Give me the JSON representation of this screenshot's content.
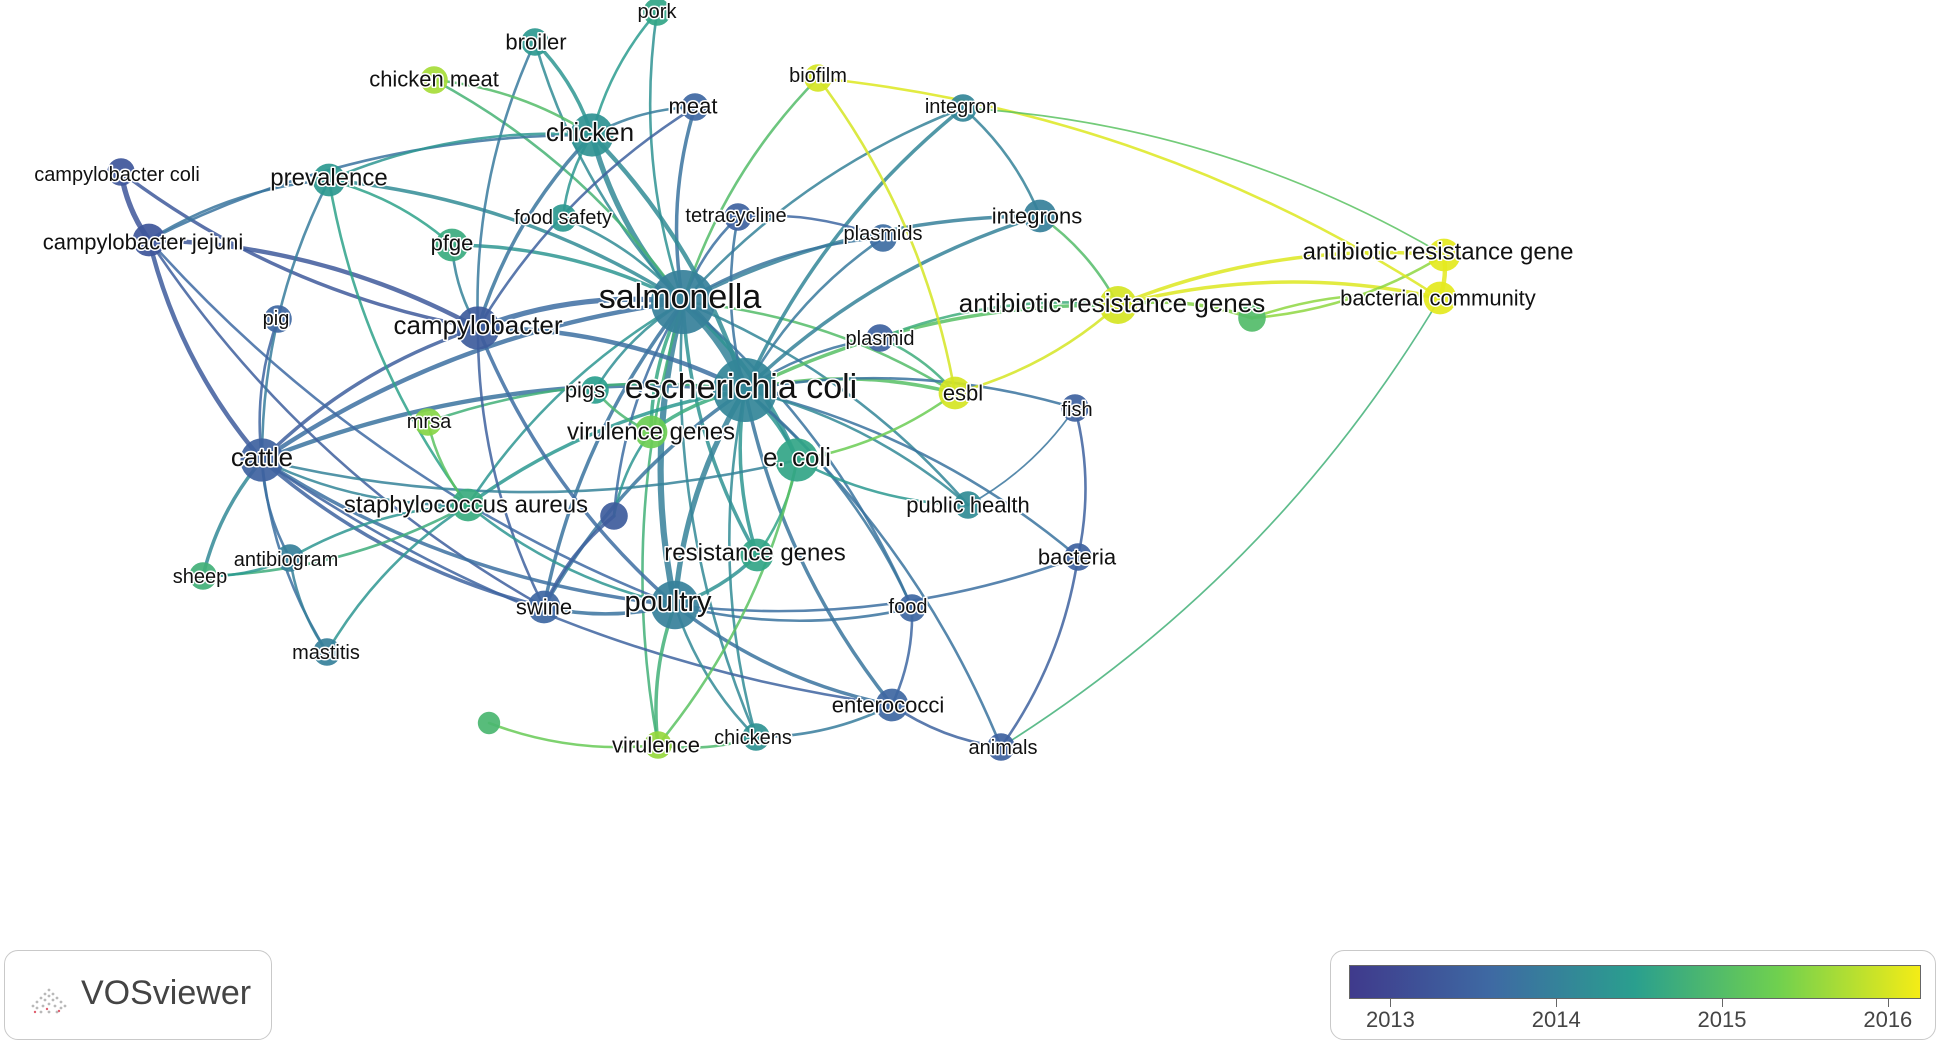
{
  "colors": {
    "scale": [
      "#3f3a8c",
      "#3e6aa3",
      "#2a9f8e",
      "#6fd04f",
      "#f4ec16"
    ],
    "purple": "#7b74cc",
    "blue": "#4a86b3",
    "teal": "#29a08c",
    "green": "#7ed34a",
    "yellow": "#e8e817"
  },
  "network": {
    "nodes": [
      {
        "id": "salmonella",
        "label": "salmonella",
        "year": 2014.0,
        "weight": 10,
        "font": 34
      },
      {
        "id": "ecoli_sci",
        "label": "escherichia coli",
        "year": 2014.1,
        "weight": 10,
        "font": 34
      },
      {
        "id": "poultry",
        "label": "poultry",
        "year": 2014.0,
        "weight": 7,
        "font": 29
      },
      {
        "id": "campylobacter",
        "label": "campylobacter",
        "year": 2013.4,
        "weight": 6,
        "font": 26
      },
      {
        "id": "chicken",
        "label": "chicken",
        "year": 2014.3,
        "weight": 6,
        "font": 26
      },
      {
        "id": "cattle",
        "label": "cattle",
        "year": 2013.5,
        "weight": 6,
        "font": 26
      },
      {
        "id": "ecoli",
        "label": "e. coli",
        "year": 2014.6,
        "weight": 6,
        "font": 26
      },
      {
        "id": "arg_genes",
        "label": "antibiotic resistance genes",
        "year": 2016.0,
        "weight": 5,
        "font": 26
      },
      {
        "id": "prevalence",
        "label": "prevalence",
        "year": 2014.4,
        "weight": 4,
        "font": 24
      },
      {
        "id": "staph",
        "label": "staphylococcus aureus",
        "year": 2014.7,
        "weight": 4,
        "font": 24
      },
      {
        "id": "resistance_genes",
        "label": "resistance genes",
        "year": 2014.6,
        "weight": 4,
        "font": 24
      },
      {
        "id": "virulence_genes",
        "label": "virulence genes",
        "year": 2015.3,
        "weight": 4,
        "font": 24
      },
      {
        "id": "swine",
        "label": "swine",
        "year": 2013.6,
        "weight": 4,
        "font": 22
      },
      {
        "id": "pfge",
        "label": "pfge",
        "year": 2014.7,
        "weight": 4,
        "font": 22
      },
      {
        "id": "pigs",
        "label": "pigs",
        "year": 2014.5,
        "weight": 3,
        "font": 22
      },
      {
        "id": "esbl",
        "label": "esbl",
        "year": 2016.0,
        "weight": 4,
        "font": 22
      },
      {
        "id": "integrons",
        "label": "integrons",
        "year": 2014.0,
        "weight": 4,
        "font": 22
      },
      {
        "id": "cjejuni",
        "label": "campylobacter jejuni",
        "year": 2013.3,
        "weight": 4,
        "font": 22
      },
      {
        "id": "ccoli",
        "label": "campylobacter coli",
        "year": 2013.3,
        "weight": 3,
        "font": 20
      },
      {
        "id": "arg_gene",
        "label": "antibiotic resistance gene",
        "year": 2016.1,
        "weight": 4,
        "font": 24
      },
      {
        "id": "bact_comm",
        "label": "bacterial community",
        "year": 2016.1,
        "weight": 4,
        "font": 22
      },
      {
        "id": "chicken_meat",
        "label": "chicken meat",
        "year": 2015.7,
        "weight": 3,
        "font": 22
      },
      {
        "id": "broiler",
        "label": "broiler",
        "year": 2014.4,
        "weight": 3,
        "font": 22
      },
      {
        "id": "pork",
        "label": "pork",
        "year": 2014.6,
        "weight": 3,
        "font": 20
      },
      {
        "id": "meat",
        "label": "meat",
        "year": 2013.6,
        "weight": 3,
        "font": 22
      },
      {
        "id": "biofilm",
        "label": "biofilm",
        "year": 2016.0,
        "weight": 3,
        "font": 20
      },
      {
        "id": "integron",
        "label": "integron",
        "year": 2014.1,
        "weight": 3,
        "font": 20
      },
      {
        "id": "food_safety",
        "label": "food safety",
        "year": 2014.4,
        "weight": 3,
        "font": 20
      },
      {
        "id": "tetracycline",
        "label": "tetracycline",
        "year": 2013.5,
        "weight": 3,
        "font": 20
      },
      {
        "id": "plasmids",
        "label": "plasmids",
        "year": 2013.7,
        "weight": 3,
        "font": 20
      },
      {
        "id": "plasmid",
        "label": "plasmid",
        "year": 2013.5,
        "weight": 3,
        "font": 20
      },
      {
        "id": "pig",
        "label": "pig",
        "year": 2013.6,
        "weight": 3,
        "font": 20
      },
      {
        "id": "mrsa",
        "label": "mrsa",
        "year": 2015.5,
        "weight": 3,
        "font": 20
      },
      {
        "id": "fish",
        "label": "fish",
        "year": 2013.5,
        "weight": 3,
        "font": 20
      },
      {
        "id": "public_health",
        "label": "public health",
        "year": 2014.2,
        "weight": 3,
        "font": 22
      },
      {
        "id": "bacteria",
        "label": "bacteria",
        "year": 2013.5,
        "weight": 3,
        "font": 22
      },
      {
        "id": "food",
        "label": "food",
        "year": 2013.6,
        "weight": 3,
        "font": 20
      },
      {
        "id": "antibiogram",
        "label": "antibiogram",
        "year": 2014.0,
        "weight": 3,
        "font": 20
      },
      {
        "id": "sheep",
        "label": "sheep",
        "year": 2014.8,
        "weight": 3,
        "font": 20
      },
      {
        "id": "mastitis",
        "label": "mastitis",
        "year": 2014.0,
        "weight": 3,
        "font": 20
      },
      {
        "id": "enterococci",
        "label": "enterococci",
        "year": 2013.6,
        "weight": 4,
        "font": 22
      },
      {
        "id": "virulence",
        "label": "virulence",
        "year": 2015.6,
        "weight": 3,
        "font": 22
      },
      {
        "id": "chickens",
        "label": "chickens",
        "year": 2014.3,
        "weight": 3,
        "font": 20
      },
      {
        "id": "animals",
        "label": "animals",
        "year": 2013.5,
        "weight": 3,
        "font": 20
      },
      {
        "id": "green_node",
        "label": "",
        "year": 2015.0,
        "weight": 3,
        "font": 0
      },
      {
        "id": "green_node2",
        "label": "",
        "year": 2014.9,
        "weight": 2,
        "font": 0
      },
      {
        "id": "purple_node",
        "label": "",
        "year": 2013.4,
        "weight": 3,
        "font": 0
      }
    ],
    "links": [
      [
        "salmonella",
        "ecoli_sci",
        9
      ],
      [
        "salmonella",
        "poultry",
        6
      ],
      [
        "salmonella",
        "chicken",
        5
      ],
      [
        "salmonella",
        "campylobacter",
        5
      ],
      [
        "salmonella",
        "cattle",
        4
      ],
      [
        "salmonella",
        "ecoli",
        4
      ],
      [
        "salmonella",
        "resistance_genes",
        3
      ],
      [
        "salmonella",
        "virulence_genes",
        3
      ],
      [
        "salmonella",
        "swine",
        3
      ],
      [
        "salmonella",
        "prevalence",
        3
      ],
      [
        "salmonella",
        "pfge",
        3
      ],
      [
        "salmonella",
        "integrons",
        3
      ],
      [
        "salmonella",
        "meat",
        3
      ],
      [
        "salmonella",
        "broiler",
        2
      ],
      [
        "salmonella",
        "pork",
        2
      ],
      [
        "salmonella",
        "chicken_meat",
        2
      ],
      [
        "salmonella",
        "esbl",
        2
      ],
      [
        "salmonella",
        "plasmids",
        2
      ],
      [
        "salmonella",
        "food_safety",
        2
      ],
      [
        "salmonella",
        "tetracycline",
        2
      ],
      [
        "salmonella",
        "staph",
        2
      ],
      [
        "salmonella",
        "pigs",
        2
      ],
      [
        "salmonella",
        "integron",
        2
      ],
      [
        "salmonella",
        "biofilm",
        2
      ],
      [
        "salmonella",
        "food",
        2
      ],
      [
        "salmonella",
        "chickens",
        2
      ],
      [
        "salmonella",
        "virulence",
        2
      ],
      [
        "salmonella",
        "public_health",
        2
      ],
      [
        "ecoli_sci",
        "poultry",
        5
      ],
      [
        "ecoli_sci",
        "cattle",
        4
      ],
      [
        "ecoli_sci",
        "campylobacter",
        4
      ],
      [
        "ecoli_sci",
        "chicken",
        4
      ],
      [
        "ecoli_sci",
        "ecoli",
        3
      ],
      [
        "ecoli_sci",
        "arg_genes",
        3
      ],
      [
        "ecoli_sci",
        "integrons",
        3
      ],
      [
        "ecoli_sci",
        "esbl",
        3
      ],
      [
        "ecoli_sci",
        "resistance_genes",
        3
      ],
      [
        "ecoli_sci",
        "enterococci",
        3
      ],
      [
        "ecoli_sci",
        "swine",
        3
      ],
      [
        "ecoli_sci",
        "plasmid",
        2
      ],
      [
        "ecoli_sci",
        "plasmids",
        2
      ],
      [
        "ecoli_sci",
        "virulence_genes",
        3
      ],
      [
        "ecoli_sci",
        "fish",
        2
      ],
      [
        "ecoli_sci",
        "bacteria",
        2
      ],
      [
        "ecoli_sci",
        "animals",
        2
      ],
      [
        "ecoli_sci",
        "staph",
        3
      ],
      [
        "ecoli_sci",
        "food",
        2
      ],
      [
        "ecoli_sci",
        "mrsa",
        2
      ],
      [
        "ecoli_sci",
        "integron",
        3
      ],
      [
        "ecoli_sci",
        "tetracycline",
        2
      ],
      [
        "ecoli_sci",
        "chickens",
        2
      ],
      [
        "ecoli_sci",
        "public_health",
        2
      ],
      [
        "campylobacter",
        "cjejuni",
        4
      ],
      [
        "campylobacter",
        "cattle",
        3
      ],
      [
        "campylobacter",
        "chicken",
        3
      ],
      [
        "campylobacter",
        "poultry",
        3
      ],
      [
        "campylobacter",
        "ccoli",
        3
      ],
      [
        "campylobacter",
        "broiler",
        2
      ],
      [
        "campylobacter",
        "meat",
        2
      ],
      [
        "campylobacter",
        "swine",
        2
      ],
      [
        "cjejuni",
        "ccoli",
        5
      ],
      [
        "cjejuni",
        "cattle",
        4
      ],
      [
        "cjejuni",
        "chicken",
        2
      ],
      [
        "cjejuni",
        "poultry",
        2
      ],
      [
        "cjejuni",
        "swine",
        2
      ],
      [
        "cattle",
        "swine",
        3
      ],
      [
        "cattle",
        "sheep",
        3
      ],
      [
        "cattle",
        "antibiogram",
        2
      ],
      [
        "cattle",
        "mastitis",
        2
      ],
      [
        "cattle",
        "staph",
        2
      ],
      [
        "cattle",
        "pig",
        2
      ],
      [
        "cattle",
        "poultry",
        3
      ],
      [
        "cattle",
        "enterococci",
        2
      ],
      [
        "cattle",
        "ecoli",
        2
      ],
      [
        "poultry",
        "swine",
        3
      ],
      [
        "poultry",
        "virulence",
        3
      ],
      [
        "poultry",
        "chickens",
        2
      ],
      [
        "poultry",
        "enterococci",
        3
      ],
      [
        "poultry",
        "staph",
        2
      ],
      [
        "poultry",
        "resistance_genes",
        3
      ],
      [
        "poultry",
        "bacteria",
        2
      ],
      [
        "poultry",
        "food",
        2
      ],
      [
        "chicken",
        "broiler",
        3
      ],
      [
        "chicken",
        "pork",
        2
      ],
      [
        "chicken",
        "meat",
        2
      ],
      [
        "chicken",
        "prevalence",
        2
      ],
      [
        "chicken",
        "chicken_meat",
        2
      ],
      [
        "ecoli",
        "esbl",
        2
      ],
      [
        "ecoli",
        "resistance_genes",
        2
      ],
      [
        "ecoli",
        "public_health",
        2
      ],
      [
        "ecoli",
        "virulence",
        2
      ],
      [
        "arg_genes",
        "arg_gene",
        3
      ],
      [
        "arg_genes",
        "bact_comm",
        3
      ],
      [
        "arg_genes",
        "green_node",
        3
      ],
      [
        "arg_genes",
        "esbl",
        2
      ],
      [
        "arg_genes",
        "integrons",
        2
      ],
      [
        "arg_genes",
        "plasmid",
        2
      ],
      [
        "green_node",
        "arg_gene",
        2
      ],
      [
        "green_node",
        "bact_comm",
        2
      ],
      [
        "arg_gene",
        "bact_comm",
        4
      ],
      [
        "bact_comm",
        "biofilm",
        2
      ],
      [
        "arg_gene",
        "integron",
        1
      ],
      [
        "bact_comm",
        "animals",
        1
      ],
      [
        "prevalence",
        "pfge",
        2
      ],
      [
        "prevalence",
        "cattle",
        2
      ],
      [
        "prevalence",
        "cjejuni",
        2
      ],
      [
        "prevalence",
        "staph",
        2
      ],
      [
        "staph",
        "mrsa",
        2
      ],
      [
        "staph",
        "sheep",
        2
      ],
      [
        "staph",
        "antibiogram",
        2
      ],
      [
        "staph",
        "mastitis",
        2
      ],
      [
        "enterococci",
        "animals",
        2
      ],
      [
        "enterococci",
        "food",
        2
      ],
      [
        "enterococci",
        "chickens",
        2
      ],
      [
        "bacteria",
        "animals",
        2
      ],
      [
        "bacteria",
        "fish",
        2
      ],
      [
        "fish",
        "public_health",
        1
      ],
      [
        "esbl",
        "plasmid",
        2
      ],
      [
        "esbl",
        "biofilm",
        2
      ],
      [
        "integrons",
        "integron",
        2
      ],
      [
        "mastitis",
        "antibiogram",
        2
      ],
      [
        "sheep",
        "antibiogram",
        2
      ],
      [
        "virulence",
        "chickens",
        2
      ],
      [
        "virulence",
        "green_node2",
        2
      ],
      [
        "purple_node",
        "swine",
        3
      ],
      [
        "purple_node",
        "salmonella",
        2
      ],
      [
        "purple_node",
        "virulence_genes",
        2
      ],
      [
        "pigs",
        "virulence_genes",
        2
      ],
      [
        "pfge",
        "campylobacter",
        2
      ],
      [
        "tetracycline",
        "plasmids",
        2
      ],
      [
        "food_safety",
        "chicken",
        2
      ]
    ]
  },
  "legend": {
    "ticks": [
      "2013",
      "2014",
      "2015",
      "2016"
    ]
  },
  "badge": {
    "name": "VOSviewer"
  }
}
